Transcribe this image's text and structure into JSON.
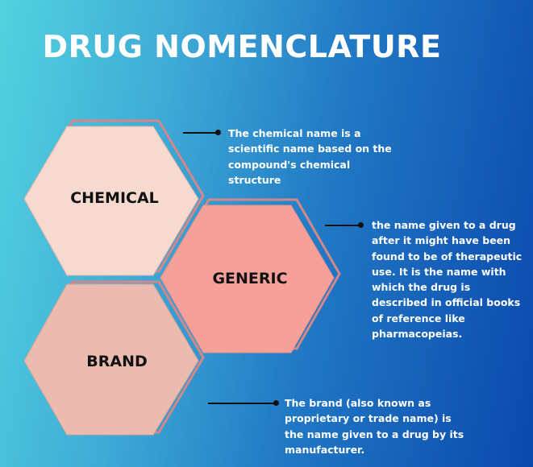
{
  "title": "DRUG NOMENCLATURE",
  "colors": {
    "chemical": "#f6d9cf",
    "generic": "#f6a09a",
    "brand": "#eabbae",
    "outline": "#d2888a"
  },
  "items": [
    {
      "label": "CHEMICAL",
      "description": [
        "The chemical name is a",
        "scientific name based on the",
        "compound's chemical",
        "structure"
      ]
    },
    {
      "label": "GENERIC",
      "description": [
        "the name given to a drug",
        "after it might have been",
        "found to be of therapeutic",
        "use. It is the name with",
        "which the drug is",
        "described in official books",
        "of reference like",
        "pharmacopeias."
      ]
    },
    {
      "label": "BRAND",
      "description": [
        "The brand (also known as",
        "proprietary or trade name) is",
        "the name given to a drug by its",
        "manufacturer."
      ]
    }
  ]
}
